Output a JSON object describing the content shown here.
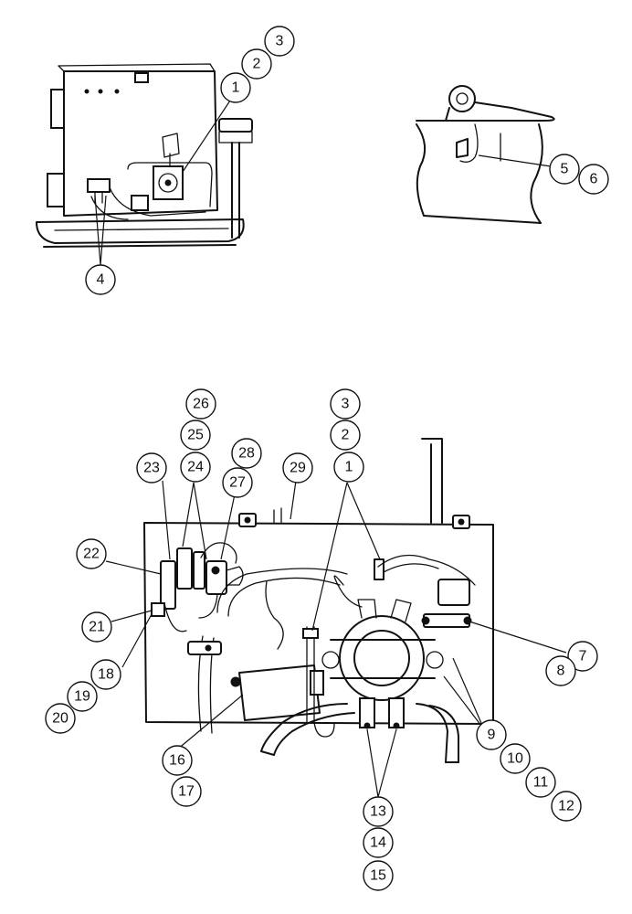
{
  "callouts": {
    "c3_top": "3",
    "c2_top": "2",
    "c1_top": "1",
    "c4": "4",
    "c5": "5",
    "c6": "6",
    "c26": "26",
    "c25": "25",
    "c24": "24",
    "c23": "23",
    "c22": "22",
    "c21": "21",
    "c18": "18",
    "c19": "19",
    "c20": "20",
    "c28": "28",
    "c27": "27",
    "c29": "29",
    "c3": "3",
    "c2": "2",
    "c1": "1",
    "c7": "7",
    "c8": "8",
    "c9": "9",
    "c10": "10",
    "c11": "11",
    "c12": "12",
    "c13": "13",
    "c14": "14",
    "c15": "15",
    "c16": "16",
    "c17": "17"
  }
}
